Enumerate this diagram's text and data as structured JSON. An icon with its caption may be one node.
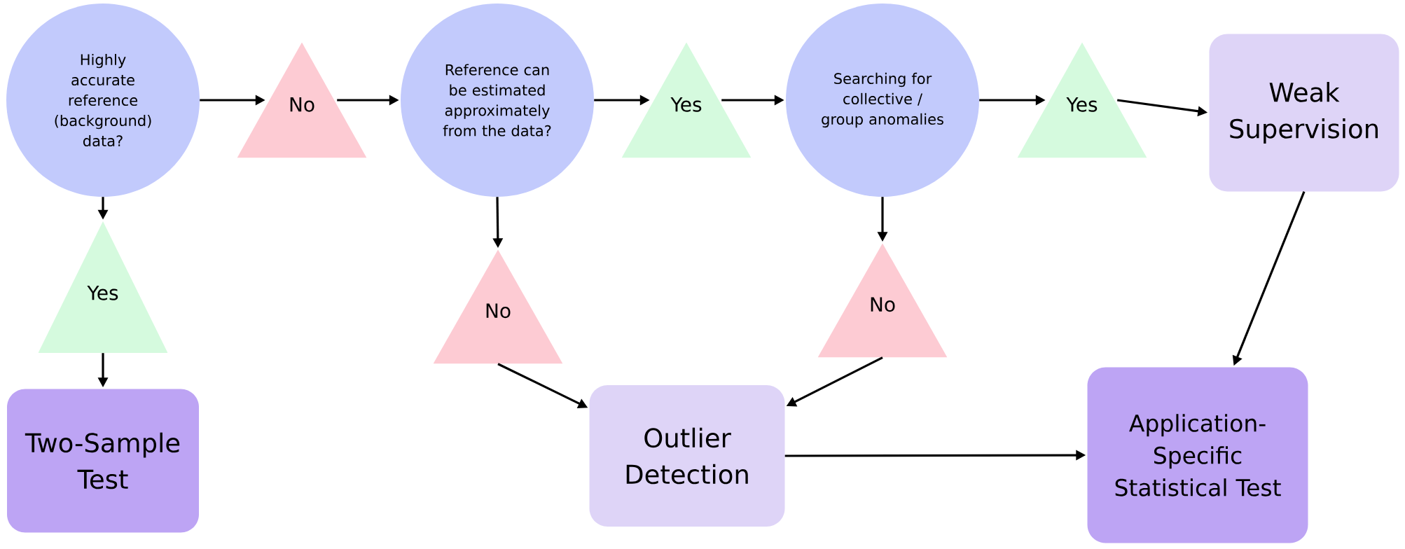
{
  "diagram": {
    "nodes": [
      {
        "text": [
          "Highly accurate reference (background) data?"
        ]
      },
      {
        "text": [
          "No"
        ]
      },
      {
        "text": [
          "Reference can be estimated approximately from the data?"
        ]
      },
      {
        "text": [
          "Yes"
        ]
      },
      {
        "text": [
          "Searching for collective / group anomalies"
        ]
      },
      {
        "text": [
          "Yes"
        ]
      },
      {
        "text": [
          "Weak Supervision"
        ]
      },
      {
        "text": [
          "Yes"
        ]
      },
      {
        "text": [
          "Two-Sample Test"
        ]
      },
      {
        "text": [
          "No"
        ]
      },
      {
        "text": [
          "No"
        ]
      },
      {
        "text": [
          "Outlier Detection"
        ]
      },
      {
        "text": [
          "Application-Specific Statistical Test"
        ]
      }
    ],
    "edges": [
      {
        "from": 0,
        "to": 1,
        "arrow": "to"
      },
      {
        "from": 1,
        "to": 2,
        "arrow": "to"
      },
      {
        "from": 2,
        "to": 3,
        "arrow": "to"
      },
      {
        "from": 3,
        "to": 4,
        "arrow": "to"
      },
      {
        "from": 4,
        "to": 5,
        "arrow": "to"
      },
      {
        "from": 5,
        "to": 6,
        "arrow": "to"
      },
      {
        "from": 0,
        "to": 7,
        "arrow": "to"
      },
      {
        "from": 7,
        "to": 8,
        "arrow": "to"
      },
      {
        "from": 2,
        "to": 9,
        "arrow": "to"
      },
      {
        "from": 9,
        "to": 11,
        "arrow": "to"
      },
      {
        "from": 4,
        "to": 10,
        "arrow": "to"
      },
      {
        "from": 10,
        "to": 11,
        "arrow": "to"
      },
      {
        "from": 6,
        "to": 12,
        "arrow": "to"
      },
      {
        "from": 11,
        "to": 12,
        "arrow": "to"
      }
    ]
  }
}
